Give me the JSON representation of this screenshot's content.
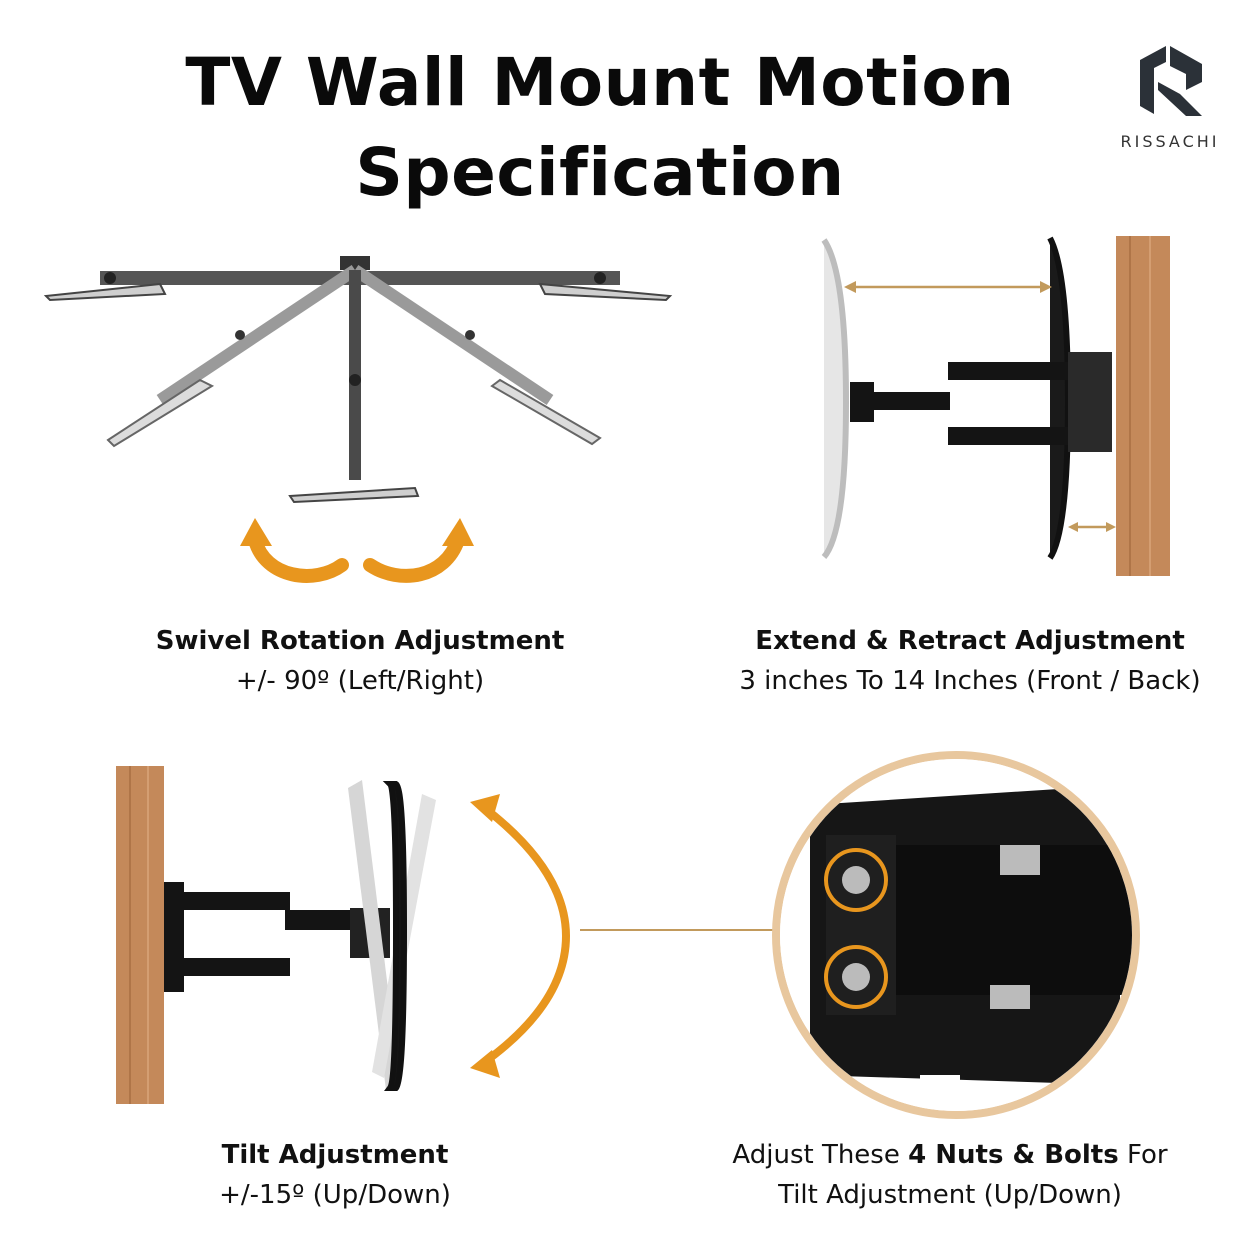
{
  "header": {
    "title_line1": "TV Wall Mount Motion",
    "title_line2": "Specification"
  },
  "brand": {
    "name": "RISSACHI",
    "logo_icon": "rissachi-logo-mark"
  },
  "features": {
    "swivel": {
      "heading": "Swivel Rotation Adjustment",
      "detail": "+/- 90º (Left/Right)",
      "icon": "curved-double-arrow-orange"
    },
    "extend": {
      "heading": "Extend & Retract Adjustment",
      "detail": "3 inches To 14 Inches (Front / Back)"
    },
    "tilt": {
      "heading": "Tilt Adjustment",
      "detail": "+/-15º (Up/Down)"
    },
    "bolts": {
      "prefix": "Adjust These ",
      "bold": "4 Nuts & Bolts",
      "suffix": " For",
      "line2": "Tilt Adjustment (Up/Down)"
    }
  },
  "colors": {
    "accent_orange": "#E8961E",
    "wood": "#C4895A",
    "mount_black": "#141414",
    "arm_gray": "#8c8c8c"
  }
}
